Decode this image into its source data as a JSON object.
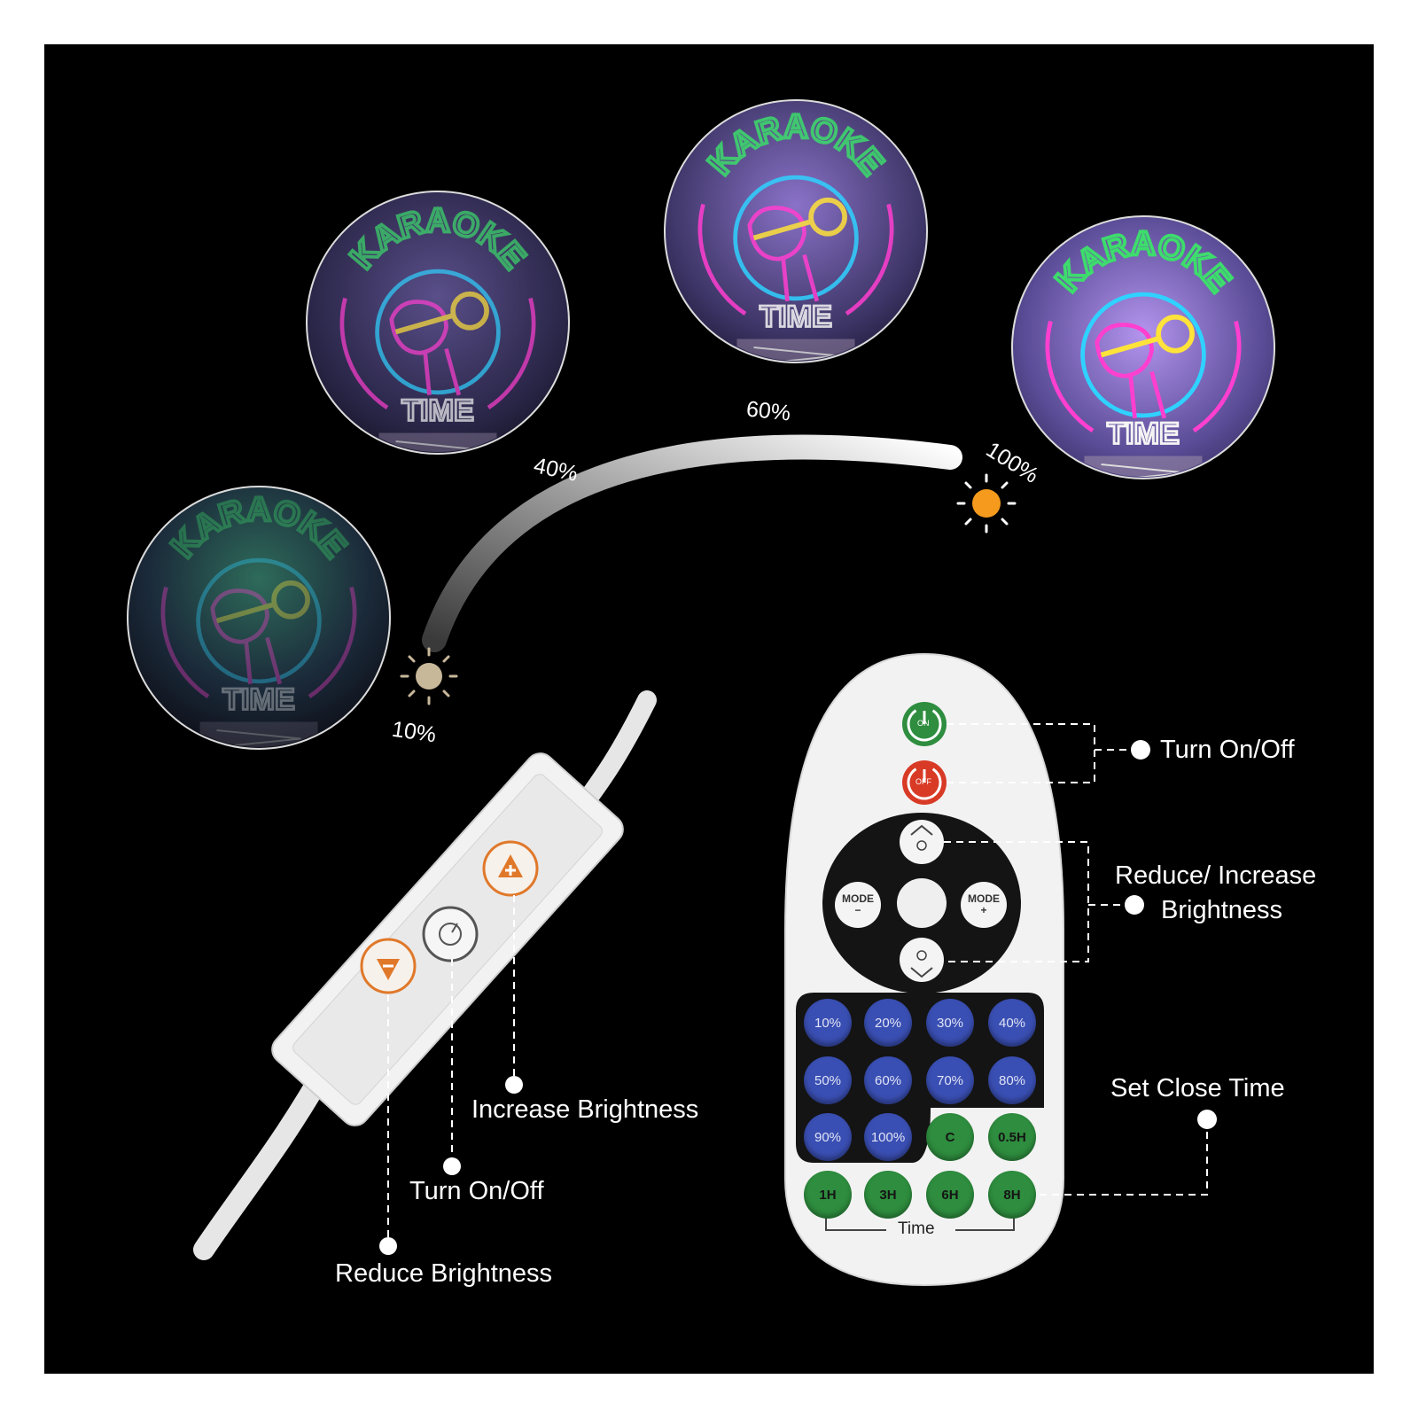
{
  "percent_labels": {
    "p10": "10%",
    "p40": "40%",
    "p60": "60%",
    "p100": "100%"
  },
  "sign_text": {
    "karaoke": "KARAOKE",
    "time": "TIME"
  },
  "controller": {
    "increase": "Increase Brightness",
    "power": "Turn On/Off",
    "reduce": "Reduce Brightness"
  },
  "remote": {
    "on": "ON",
    "off": "OFF",
    "mode_minus": "MODE\n−",
    "mode_plus": "MODE\n+",
    "percent_buttons": [
      "10%",
      "20%",
      "30%",
      "40%",
      "50%",
      "60%",
      "70%",
      "80%",
      "90%",
      "100%"
    ],
    "timer_buttons": [
      "C",
      "0.5H",
      "1H",
      "3H",
      "6H",
      "8H"
    ],
    "time_label": "Time"
  },
  "callouts": {
    "turn_on_off": "Turn On/Off",
    "reduce_increase_line1": "Reduce/ Increase",
    "reduce_increase_line2": "Brightness",
    "set_close_time": "Set Close Time"
  },
  "colors": {
    "background": "#000000",
    "sun_dim": "#c8b89a",
    "sun_bright": "#f59a1c",
    "controller_accent": "#e0782a",
    "remote_blue": "#3a4fb3",
    "remote_green": "#2e8d3e",
    "neon_green": "#3ddc6c",
    "neon_pink": "#ff3fd0",
    "neon_cyan": "#2fd2ff",
    "neon_yellow": "#ffe23a"
  },
  "brightness_levels": [
    0.1,
    0.4,
    0.6,
    1.0
  ]
}
